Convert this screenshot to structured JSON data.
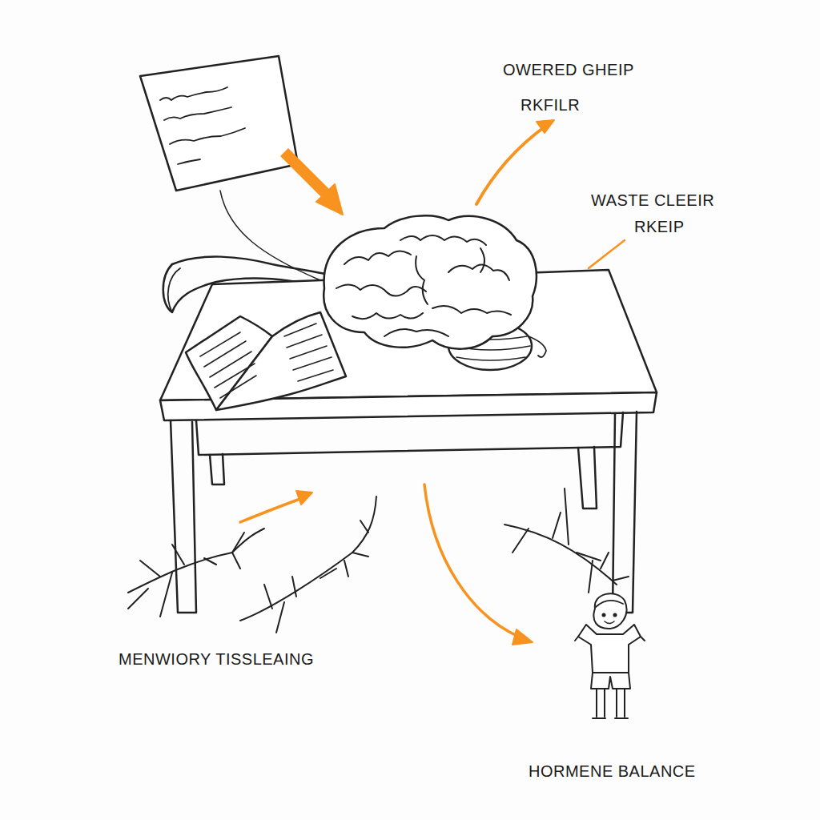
{
  "diagram": {
    "labels": [
      "OWERED GHEIP",
      "RKFILR",
      "WASTE CLEEIR",
      "RKEIP",
      "MENWIORY TISSLEAING",
      "HORMENE BALANCE"
    ]
  }
}
